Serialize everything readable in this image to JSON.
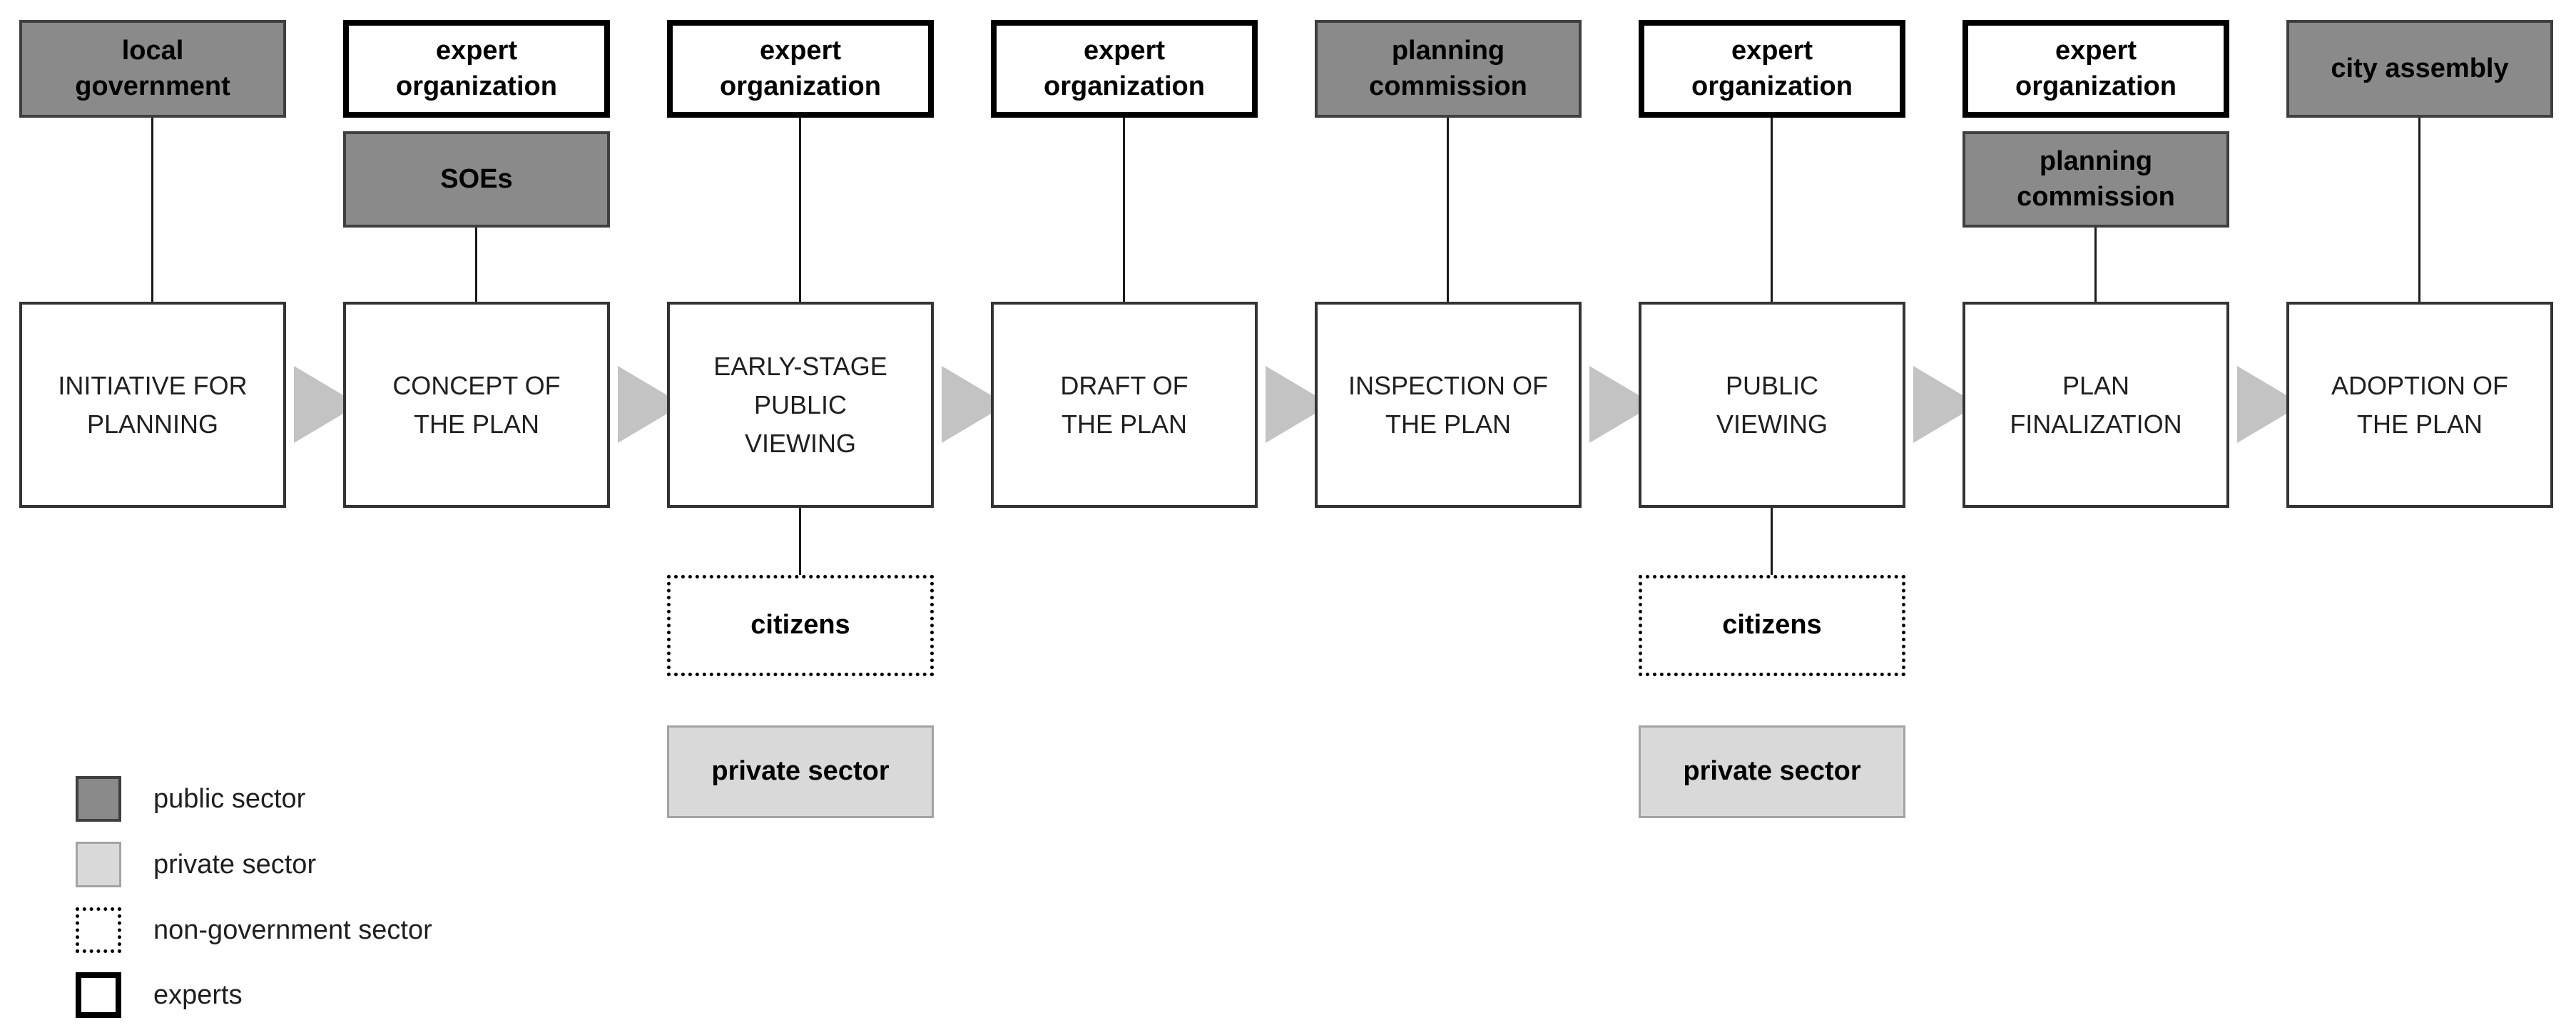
{
  "diagram": {
    "stages": [
      {
        "id": "initiative",
        "label": "INITIATIVE FOR\nPLANNING",
        "above": [
          {
            "label": "local\ngovernment",
            "sector": "public sector"
          }
        ],
        "below": []
      },
      {
        "id": "concept",
        "label": "CONCEPT OF\nTHE PLAN",
        "above": [
          {
            "label": "expert\norganization",
            "sector": "experts"
          },
          {
            "label": "SOEs",
            "sector": "public sector"
          }
        ],
        "below": []
      },
      {
        "id": "early-viewing",
        "label": "EARLY-STAGE\nPUBLIC\nVIEWING",
        "above": [
          {
            "label": "expert\norganization",
            "sector": "experts"
          }
        ],
        "below": [
          {
            "label": "citizens",
            "sector": "non-government sector"
          },
          {
            "label": "private sector",
            "sector": "private sector"
          }
        ]
      },
      {
        "id": "draft",
        "label": "DRAFT OF\nTHE PLAN",
        "above": [
          {
            "label": "expert\norganization",
            "sector": "experts"
          }
        ],
        "below": []
      },
      {
        "id": "inspection",
        "label": "INSPECTION OF\nTHE PLAN",
        "above": [
          {
            "label": "planning\ncommission",
            "sector": "public sector"
          }
        ],
        "below": []
      },
      {
        "id": "public-viewing",
        "label": "PUBLIC\nVIEWING",
        "above": [
          {
            "label": "expert\norganization",
            "sector": "experts"
          }
        ],
        "below": [
          {
            "label": "citizens",
            "sector": "non-government sector"
          },
          {
            "label": "private sector",
            "sector": "private sector"
          }
        ]
      },
      {
        "id": "finalization",
        "label": "PLAN\nFINALIZATION",
        "above": [
          {
            "label": "expert\norganization",
            "sector": "experts"
          },
          {
            "label": "planning\ncommission",
            "sector": "public sector"
          }
        ],
        "below": []
      },
      {
        "id": "adoption",
        "label": "ADOPTION OF\nTHE PLAN",
        "above": [
          {
            "label": "city assembly",
            "sector": "public sector"
          }
        ],
        "below": []
      }
    ]
  },
  "legend": {
    "items": [
      {
        "label": "public sector",
        "swatch": "public-fill-swatch"
      },
      {
        "label": "private sector",
        "swatch": "private-fill-swatch"
      },
      {
        "label": "non-government sector",
        "swatch": "dotted-border-swatch"
      },
      {
        "label": "experts",
        "swatch": "thick-border-swatch"
      }
    ]
  },
  "colors": {
    "public_fill": "#8a8a8a",
    "public_border": "#3f3f3f",
    "private_fill": "#d9d9d9",
    "private_border": "#a3a3a3",
    "experts_border": "#000000",
    "nongov_border": "#000000",
    "stage_border": "#333333",
    "stage_text": "#1f1f1f",
    "arrow_color": "#c3c3c3",
    "line_color": "#1a1a1a"
  }
}
